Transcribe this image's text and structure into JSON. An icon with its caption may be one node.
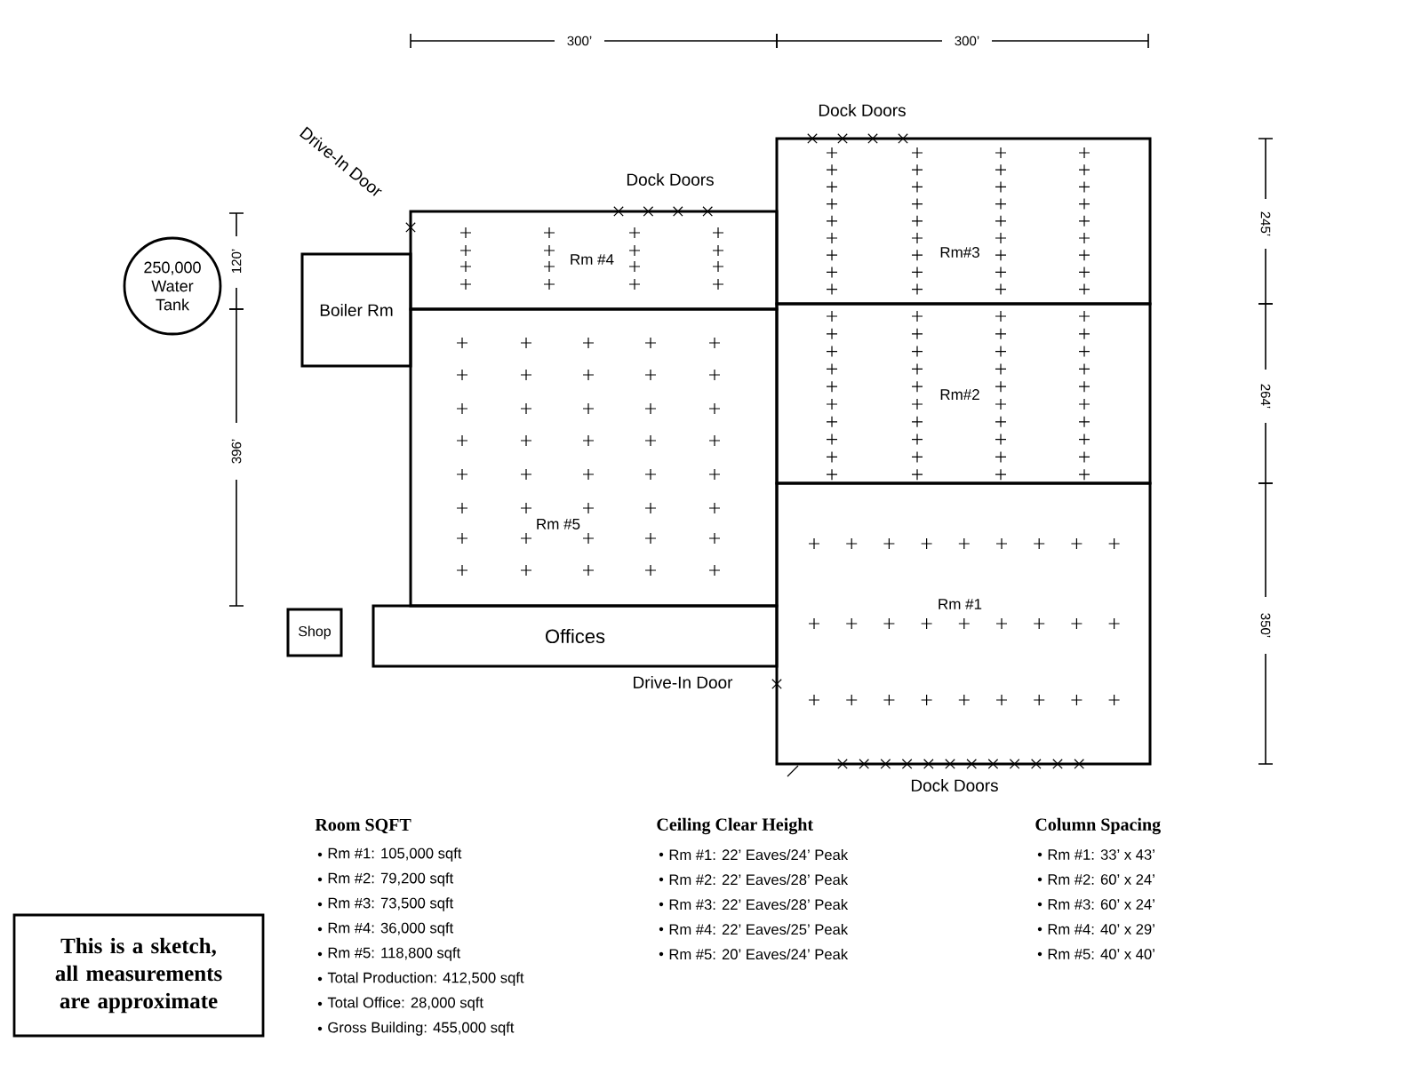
{
  "diagram": {
    "nodes": [
      {
        "text": [
          "250,000 Water Tank"
        ]
      },
      {
        "text": [
          "Boiler Rm"
        ]
      },
      {
        "text": [
          "Rm #4"
        ]
      },
      {
        "text": [
          "Rm #5"
        ]
      },
      {
        "text": [
          "Rm#3"
        ]
      },
      {
        "text": [
          "Rm#2"
        ]
      },
      {
        "text": [
          "Rm #1"
        ]
      },
      {
        "text": [
          "Shop"
        ]
      },
      {
        "text": [
          "Offices"
        ]
      },
      {
        "text": [
          "This is a sketch, all measurements are approximate"
        ]
      }
    ],
    "labels": [
      "300’",
      "300’",
      "Dock Doors",
      "Drive-In Door",
      "Dock Doors",
      "245’",
      "120’",
      "396’",
      "264’",
      "350’",
      "Drive-In Door",
      "Dock Doors",
      "Room SQFT",
      "Rm #1: 105,000 sqft",
      "Rm #2: 79,200 sqft",
      "Rm #3: 73,500 sqft",
      "Rm #4: 36,000 sqft",
      "Rm #5: 118,800 sqft",
      "Total Production: 412,500 sqft",
      "Total Office: 28,000 sqft",
      "Gross Building: 455,000 sqft",
      "Ceiling Clear Height",
      "Rm #1: 22’ Eaves/24’ Peak",
      "Rm #2: 22’ Eaves/28’ Peak",
      "Rm #3: 22’ Eaves/28’ Peak",
      "Rm #4: 22’ Eaves/25’ Peak",
      "Rm #5: 20’ Eaves/24’ Peak",
      "Column Spacing",
      "Rm #1: 33’ x 43’",
      "Rm #2: 60’ x 24’",
      "Rm #3: 60’ x 24’",
      "Rm #4: 40’ x 29’",
      "Rm #5: 40’ x 40’"
    ]
  }
}
